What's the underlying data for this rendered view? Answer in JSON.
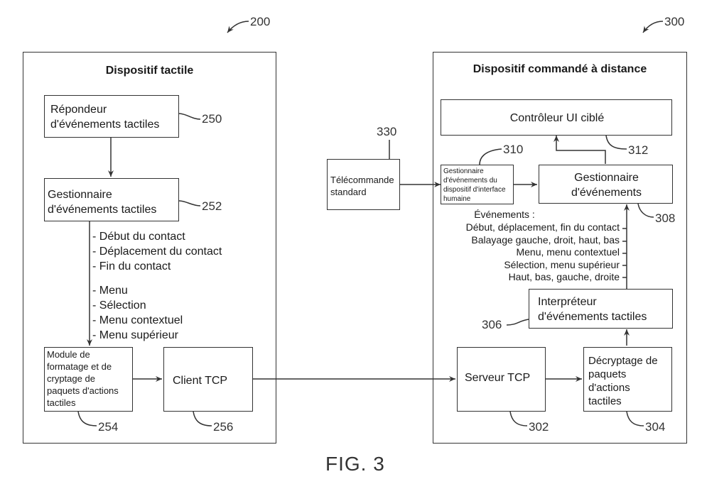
{
  "figure_label": "FIG. 3",
  "left_device": {
    "ref": "200",
    "title": "Dispositif tactile",
    "blocks": {
      "responder": {
        "label_lines": [
          "Répondeur",
          "d'événements tactiles"
        ],
        "ref": "250"
      },
      "handler": {
        "label_lines": [
          "Gestionnaire",
          "d'événements tactiles"
        ],
        "ref": "252"
      },
      "formatter": {
        "label_lines": [
          "Module de",
          "formatage et de",
          "cryptage de",
          "paquets d'actions",
          "tactiles"
        ],
        "ref": "254"
      },
      "tcp_client": {
        "label": "Client TCP",
        "ref": "256"
      }
    },
    "event_list_group1": [
      "- Début du contact",
      "- Déplacement du contact",
      "- Fin du contact"
    ],
    "event_list_group2": [
      "- Menu",
      "- Sélection",
      "- Menu contextuel",
      "- Menu supérieur"
    ]
  },
  "remote_control": {
    "ref": "330",
    "label_lines": [
      "Télécommande",
      "standard"
    ]
  },
  "right_device": {
    "ref": "300",
    "title": "Dispositif commandé à distance",
    "blocks": {
      "ui_controller": {
        "label": "Contrôleur UI ciblé",
        "ref": "312"
      },
      "hid_handler": {
        "label_lines": [
          "Gestionnaire",
          "d'événements du",
          "dispositif d'interface",
          "humaine"
        ],
        "ref": "310"
      },
      "event_manager": {
        "label_lines": [
          "Gestionnaire",
          "d'événements"
        ],
        "ref": "308"
      },
      "interpreter": {
        "label_lines": [
          "Interpréteur",
          "d'événements tactiles"
        ],
        "ref": "306"
      },
      "tcp_server": {
        "label": "Serveur TCP",
        "ref": "302"
      },
      "decryptor": {
        "label_lines": [
          "Décryptage de",
          "paquets",
          "d'actions",
          "tactiles"
        ],
        "ref": "304"
      }
    },
    "events_heading": "Événements :",
    "events": [
      "Début, déplacement, fin du contact",
      "Balayage gauche, droit, haut, bas",
      "Menu, menu contextuel",
      "Sélection, menu supérieur",
      "Haut, bas, gauche, droite"
    ]
  }
}
